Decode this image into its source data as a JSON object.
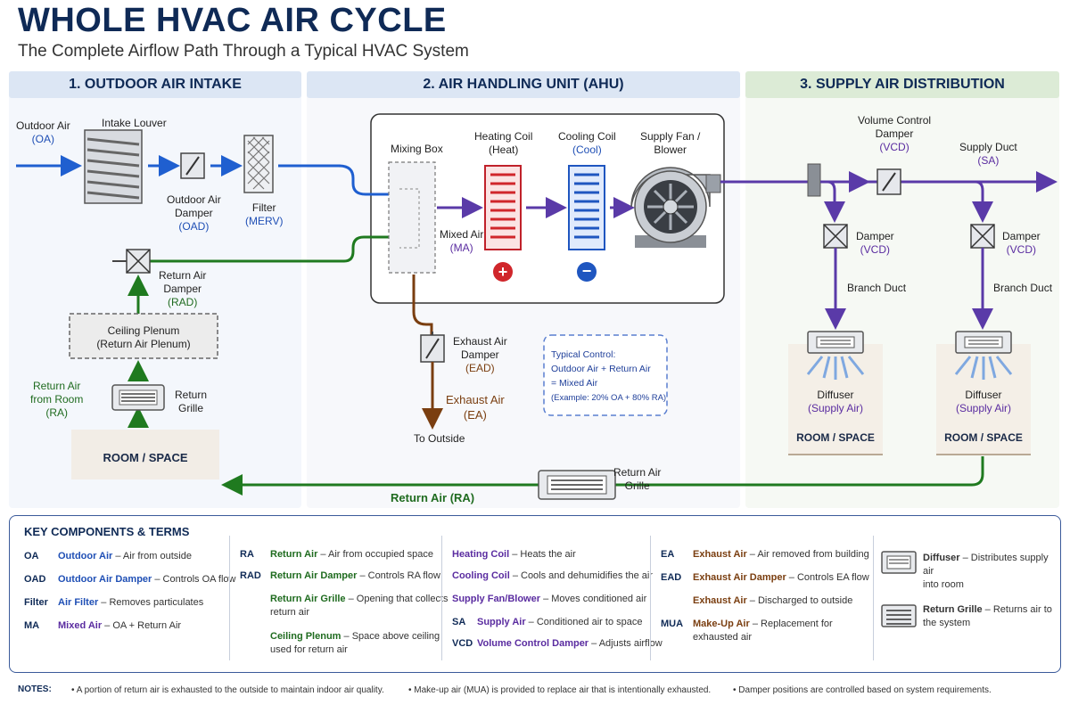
{
  "title": "WHOLE HVAC AIR CYCLE",
  "subtitle": "The Complete Airflow Path Through a Typical HVAC System",
  "sections": [
    {
      "label": "1. OUTDOOR AIR INTAKE"
    },
    {
      "label": "2. AIR HANDLING UNIT (AHU)"
    },
    {
      "label": "3. SUPPLY AIR DISTRIBUTION"
    }
  ],
  "colors": {
    "outdoor": "#1f5fd0",
    "return": "#1f7a1f",
    "supply": "#5a3aa8",
    "exhaust": "#7a3e10",
    "heat": "#d0262b",
    "cool": "#1f56c0"
  },
  "intake": {
    "outdoor_air": "Outdoor Air",
    "oa": "(OA)",
    "louver": "Intake Louver",
    "oad_1": "Outdoor Air",
    "oad_2": "Damper",
    "oad_3": "(OAD)",
    "filter_1": "Filter",
    "filter_2": "(MERV)",
    "rad_1": "Return Air",
    "rad_2": "Damper",
    "rad_3": "(RAD)",
    "plenum_1": "Ceiling Plenum",
    "plenum_2": "(Return Air Plenum)",
    "ra_room_1": "Return Air",
    "ra_room_2": "from Room",
    "ra_room_3": "(RA)",
    "grille_1": "Return",
    "grille_2": "Grille",
    "room": "ROOM / SPACE"
  },
  "ahu": {
    "mixing_box": "Mixing Box",
    "heating_1": "Heating Coil",
    "heating_2": "(Heat)",
    "cooling_1": "Cooling Coil",
    "cooling_2": "(Cool)",
    "fan_1": "Supply Fan /",
    "fan_2": "Blower",
    "ma_1": "Mixed Air",
    "ma_2": "(MA)",
    "plus": "+",
    "minus": "−",
    "ead_1": "Exhaust Air",
    "ead_2": "Damper",
    "ead_3": "(EAD)",
    "ea_1": "Exhaust Air",
    "ea_2": "(EA)",
    "outside": "To Outside",
    "control_1": "Typical Control:",
    "control_2": "Outdoor Air + Return Air",
    "control_3": "= Mixed Air",
    "control_4": "(Example: 20% OA + 80% RA)"
  },
  "supply": {
    "vcd_1": "Volume Control",
    "vcd_2": "Damper",
    "vcd_3": "(VCD)",
    "duct_1": "Supply Duct",
    "duct_2": "(SA)",
    "damper_1": "Damper",
    "damper_2": "(VCD)",
    "branch": "Branch Duct",
    "diffuser_1": "Diffuser",
    "diffuser_2": "(Supply Air)",
    "room": "ROOM / SPACE"
  },
  "return_path": {
    "grille_1": "Return Air",
    "grille_2": "Grille",
    "label": "Return Air (RA)"
  },
  "legend": {
    "title": "KEY COMPONENTS & TERMS",
    "col1": [
      {
        "abbr": "OA",
        "term": "Outdoor Air",
        "desc": " – Air from outside"
      },
      {
        "abbr": "OAD",
        "term": "Outdoor Air Damper",
        "desc": " – Controls OA flow"
      },
      {
        "abbr": "Filter",
        "term": "Air Filter",
        "desc": " – Removes particulates"
      },
      {
        "abbr": "MA",
        "term": "Mixed Air",
        "desc": " – OA + Return Air"
      }
    ],
    "col2": [
      {
        "abbr": "RA",
        "term": "Return Air",
        "desc": " – Air from occupied space"
      },
      {
        "abbr": "RAD",
        "term": "Return Air Damper",
        "desc": " – Controls RA flow"
      },
      {
        "abbr": "",
        "term": "Return Air Grille",
        "desc": " – Opening that collects",
        "desc2": "return air"
      },
      {
        "abbr": "",
        "term": "Ceiling Plenum",
        "desc": " – Space above ceiling",
        "desc2": "used for return air"
      }
    ],
    "col3": [
      {
        "abbr": "",
        "term": "Heating Coil",
        "desc": " – Heats the air"
      },
      {
        "abbr": "",
        "term": "Cooling Coil",
        "desc": " – Cools and dehumidifies the air"
      },
      {
        "abbr": "",
        "term": "Supply Fan/Blower",
        "desc": " – Moves conditioned air"
      },
      {
        "abbr": "SA",
        "term": "Supply Air",
        "desc": " – Conditioned air to space"
      },
      {
        "abbr": "VCD",
        "term": "Volume Control Damper",
        "desc": " – Adjusts airflow"
      }
    ],
    "col4": [
      {
        "abbr": "EA",
        "term": "Exhaust Air",
        "desc": " – Air removed from building"
      },
      {
        "abbr": "EAD",
        "term": "Exhaust Air Damper",
        "desc": " – Controls EA flow"
      },
      {
        "abbr": "",
        "term": "Exhaust Air",
        "desc": " – Discharged to outside"
      },
      {
        "abbr": "MUA",
        "term": "Make-Up Air",
        "desc": " – Replacement for",
        "desc2": "exhausted air"
      }
    ],
    "col5": [
      {
        "term": "Diffuser",
        "desc": " – Distributes supply air",
        "desc2": "into room"
      },
      {
        "term": "Return Grille",
        "desc": " – Returns air to",
        "desc2": "the system"
      }
    ]
  },
  "notes": {
    "label": "NOTES:",
    "items": [
      "•  A portion of return air is exhausted to the outside to maintain indoor air quality.",
      "•  Make-up air (MUA) is provided to replace air that is intentionally exhausted.",
      "•  Damper positions are controlled based on system requirements."
    ]
  }
}
